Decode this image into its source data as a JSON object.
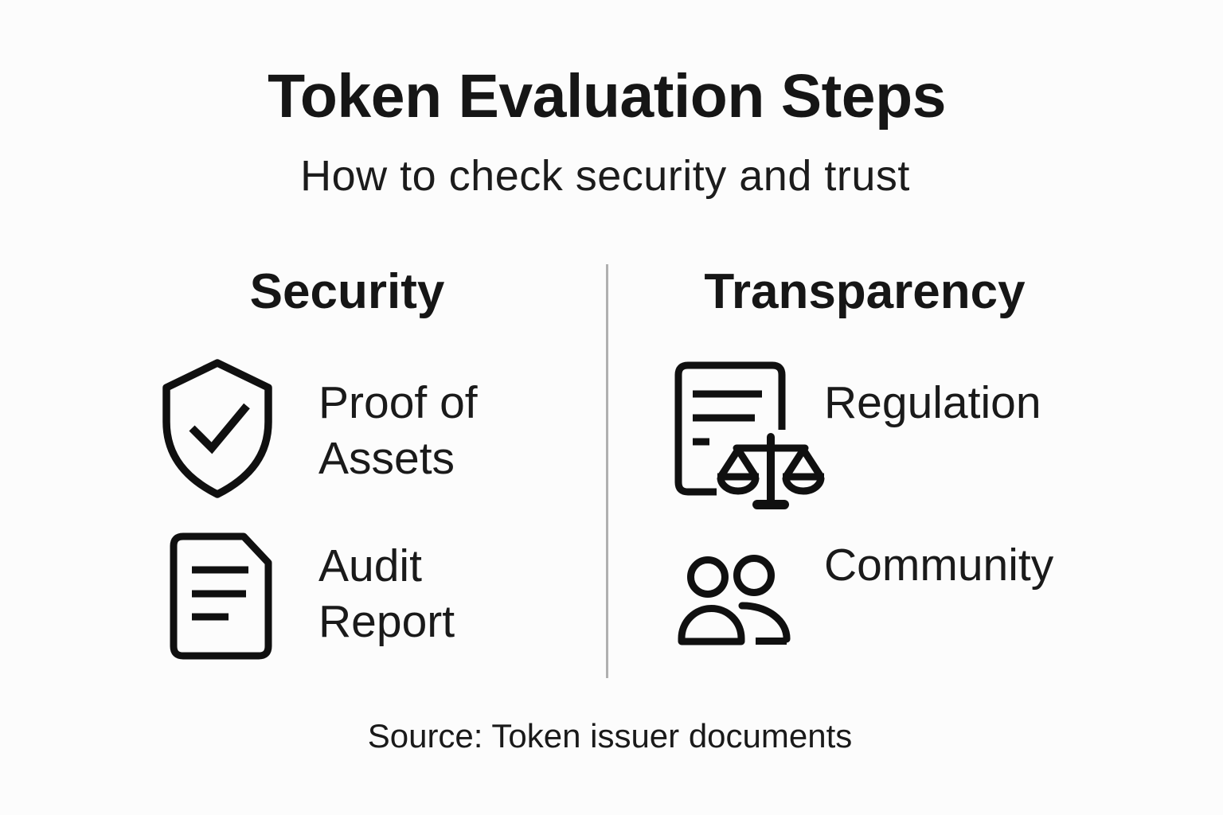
{
  "title": "Token Evaluation Steps",
  "subtitle": "How to check security and trust",
  "source_note": "Source: Token issuer documents",
  "colors": {
    "background": "#fcfcfc",
    "text": "#161616",
    "icon": "#101010",
    "divider": "#b0b0b0"
  },
  "columns": [
    {
      "header": "Security",
      "items": [
        {
          "icon": "shield-check-icon",
          "label_lines": [
            "Proof of",
            "Assets"
          ]
        },
        {
          "icon": "document-lines-icon",
          "label_lines": [
            "Audit",
            "Report"
          ]
        }
      ]
    },
    {
      "header": "Transparency",
      "items": [
        {
          "icon": "document-scales-icon",
          "label_lines": [
            "Regulation"
          ]
        },
        {
          "icon": "people-icon",
          "label_lines": [
            "Community"
          ]
        }
      ]
    }
  ]
}
